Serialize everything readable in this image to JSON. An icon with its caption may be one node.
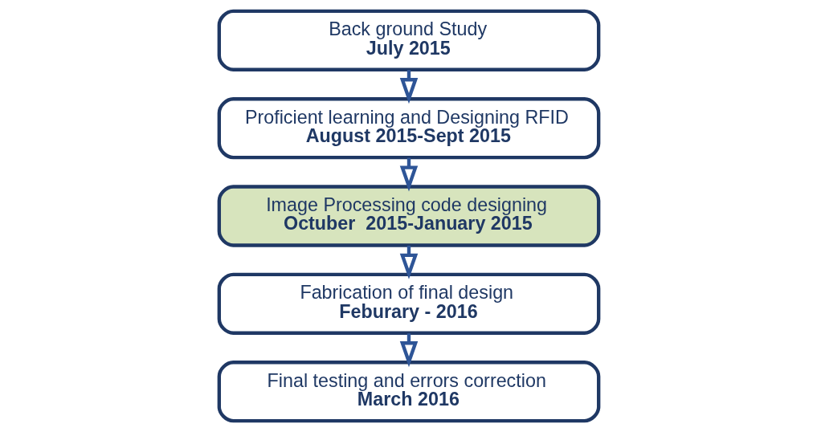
{
  "diagram": {
    "nodes": [
      {
        "text": [
          "Back ground Study",
          "July 2015"
        ]
      },
      {
        "text": [
          "Proficient learning and Designing RFID",
          "August 2015-Sept 2015"
        ]
      },
      {
        "text": [
          "Image Processing code designing",
          "Octuber  2015-January 2015"
        ]
      },
      {
        "text": [
          "Fabrication of final design",
          "Feburary - 2016"
        ]
      },
      {
        "text": [
          "Final testing and errors correction",
          "March 2016"
        ]
      }
    ],
    "edges": [
      {
        "from": 0,
        "to": 1,
        "arrow": "to"
      },
      {
        "from": 1,
        "to": 2,
        "arrow": "to"
      },
      {
        "from": 2,
        "to": 3,
        "arrow": "to"
      },
      {
        "from": 3,
        "to": 4,
        "arrow": "to"
      }
    ]
  }
}
